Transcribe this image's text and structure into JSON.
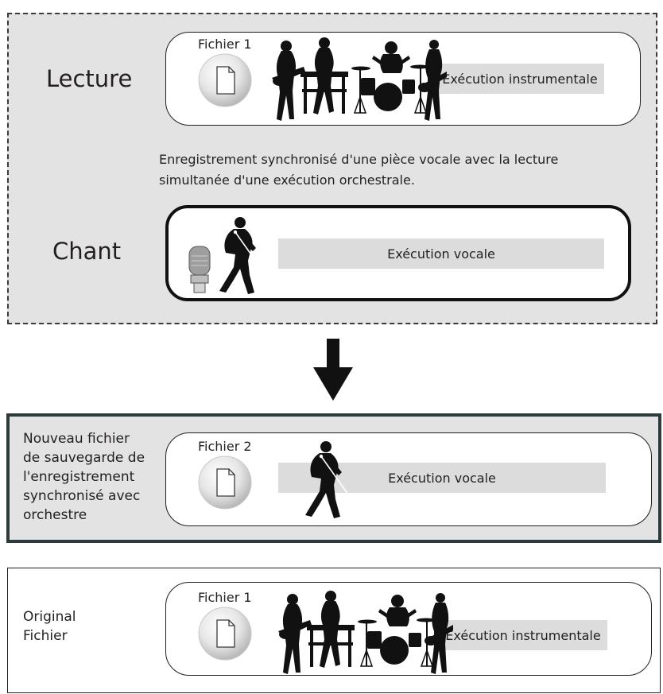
{
  "record": {
    "playback_label": "Lecture",
    "vocal_label": "Chant",
    "file1_label": "Fichier 1",
    "instrumental_bar": "Exécution instrumentale",
    "description_line1": "Enregistrement synchronisé d'une pièce vocale avec la lecture",
    "description_line2": "simultanée d'une exécution orchestrale.",
    "vocal_bar": "Exécution vocale"
  },
  "result": {
    "label_lines": [
      "Nouveau fichier",
      "de sauvegarde de",
      "l'enregistrement",
      "synchronisé avec",
      "orchestre"
    ],
    "file_label": "Fichier 2",
    "vocal_bar": "Exécution vocale"
  },
  "original": {
    "label_lines": [
      "Original",
      "Fichier"
    ],
    "file_label": "Fichier 1",
    "instrumental_bar": "Exécution instrumentale"
  },
  "colors": {
    "panel_gray": "#e3e3e3",
    "bar_gray": "#dcdcdc",
    "ink": "#231f20"
  },
  "icons": [
    "document-icon",
    "band-silhouette-icon",
    "singer-silhouette-icon",
    "microphone-icon",
    "down-arrow-icon"
  ]
}
